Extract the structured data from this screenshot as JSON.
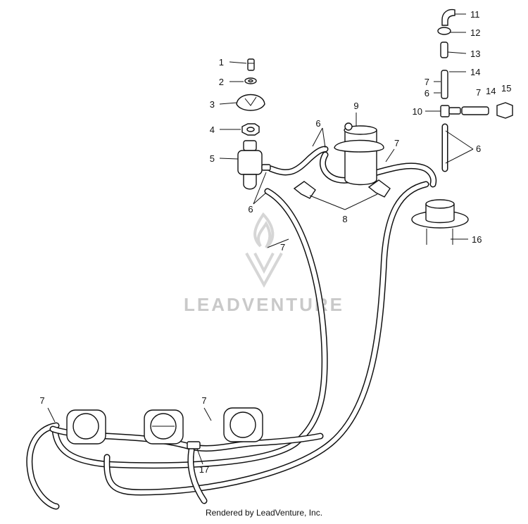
{
  "watermark": {
    "brand": "LEADVENTURE"
  },
  "footer": {
    "text": "Rendered by LeadVenture, Inc."
  },
  "callouts": {
    "c1": "1",
    "c2": "2",
    "c3": "3",
    "c4": "4",
    "c5": "5",
    "c6a": "6",
    "c6b": "6",
    "c6c": "6",
    "c6d": "6",
    "c7a": "7",
    "c7b": "7",
    "c7c": "7",
    "c7d": "7",
    "c7e": "7",
    "c7f": "7",
    "c8": "8",
    "c9": "9",
    "c10": "10",
    "c11": "11",
    "c12": "12",
    "c13": "13",
    "c14a": "14",
    "c14b": "14",
    "c15": "15",
    "c16": "16",
    "c17": "17"
  }
}
